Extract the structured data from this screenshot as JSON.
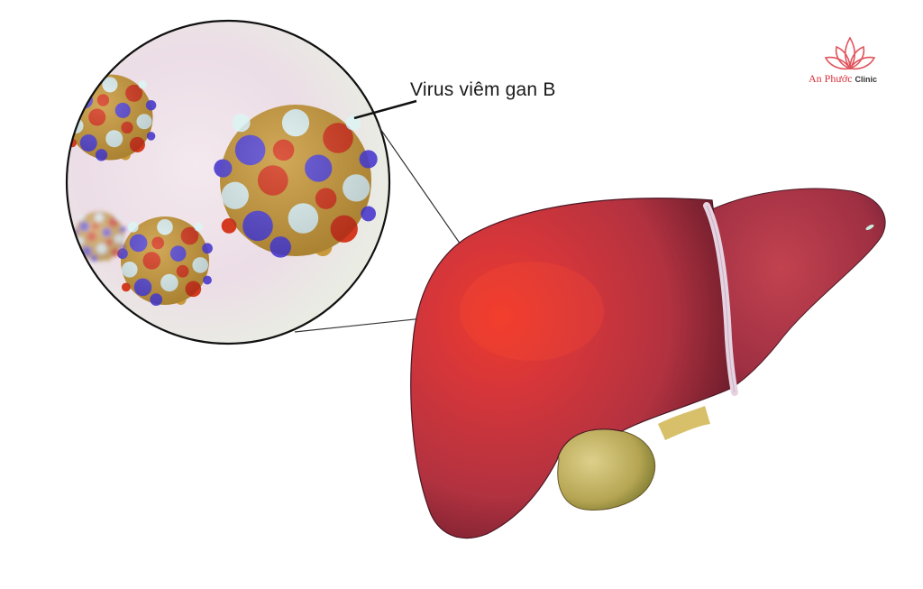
{
  "illustration": {
    "subject": "liver-with-hepatitis-b-virus",
    "label": "Virus viêm gan B",
    "colors": {
      "liver": "#b5333a",
      "liver_highlight": "#e8332e",
      "liver_dark": "#6a1e2a",
      "ligament": "#e8d8e4",
      "gallbladder": "#c9b86a",
      "virus_gold": "#c99a3c",
      "virus_red": "#d43a1f",
      "virus_blue": "#5a4ad0",
      "virus_white": "#dff2f2",
      "circle_bg": "#f0ecef",
      "circle_border": "#111111"
    }
  },
  "logo": {
    "name_part1": "An Phước",
    "name_part2": "Clinic",
    "color": "#d9303a"
  }
}
